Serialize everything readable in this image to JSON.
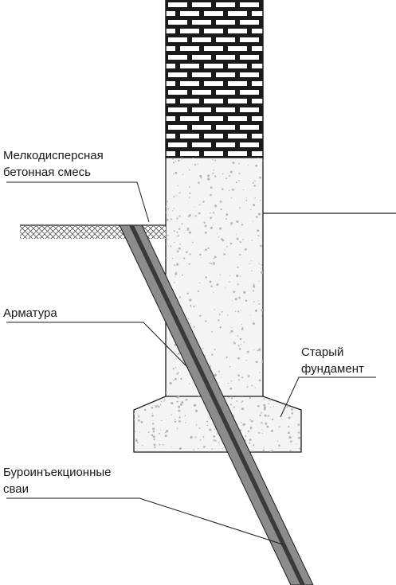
{
  "labels": {
    "concrete_mix_line1": "Мелкодисперсная",
    "concrete_mix_line2": "бетонная смесь",
    "rebar": "Арматура",
    "old_foundation_line1": "Старый",
    "old_foundation_line2": "фундамент",
    "piles_line1": "Буроинъекционные",
    "piles_line2": "сваи"
  },
  "colors": {
    "outline": "#1a1a1a",
    "pile_outer": "#8c8c8c",
    "pile_core": "#3a3a3a",
    "concrete": "#f4f4f4",
    "speckle": "#b5b5b5"
  }
}
